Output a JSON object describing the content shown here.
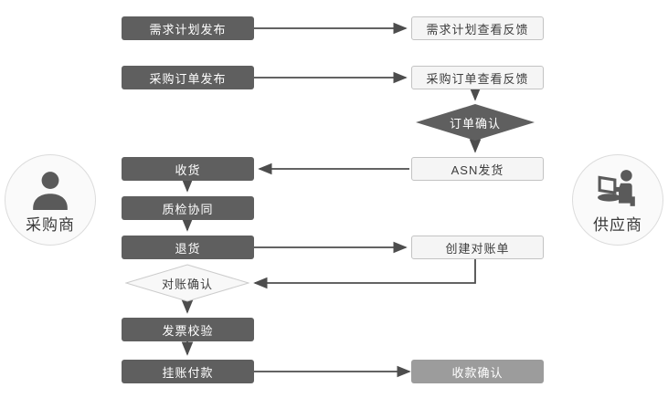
{
  "actors": {
    "left": {
      "label": "采购商",
      "icon": "person-icon"
    },
    "right": {
      "label": "供应商",
      "icon": "person-laptop-icon"
    }
  },
  "nodes": {
    "demand_plan_publish": {
      "label": "需求计划发布",
      "style": "dark"
    },
    "demand_plan_feedback": {
      "label": "需求计划查看反馈",
      "style": "light"
    },
    "po_publish": {
      "label": "采购订单发布",
      "style": "dark"
    },
    "po_feedback": {
      "label": "采购订单查看反馈",
      "style": "light"
    },
    "order_confirm": {
      "label": "订单确认",
      "style": "diamond-dark"
    },
    "asn_ship": {
      "label": "ASN发货",
      "style": "light"
    },
    "receive": {
      "label": "收货",
      "style": "dark"
    },
    "quality_collab": {
      "label": "质检协同",
      "style": "dark"
    },
    "return_goods": {
      "label": "退货",
      "style": "dark"
    },
    "create_statement": {
      "label": "创建对账单",
      "style": "light"
    },
    "reconcile_confirm": {
      "label": "对账确认",
      "style": "diamond-light"
    },
    "invoice_check": {
      "label": "发票校验",
      "style": "dark"
    },
    "payment": {
      "label": "挂账付款",
      "style": "dark"
    },
    "receipt_confirm": {
      "label": "收款确认",
      "style": "mid"
    }
  },
  "colors": {
    "box-dark": "#5f5f5f",
    "box-mid": "#9c9c9c",
    "box-light-bg": "#f5f5f5",
    "box-light-border": "#c3c3c3",
    "diamond-light-bg": "#f8f8f8",
    "diamond-light-border": "#cccccc",
    "connector": "#4d4d4d",
    "text-dark": "#3d3d3d",
    "text-light": "#ffffff",
    "circle-bg": "#fafafa",
    "circle-border": "#dcdcdc",
    "icon": "#5a5a5a"
  }
}
